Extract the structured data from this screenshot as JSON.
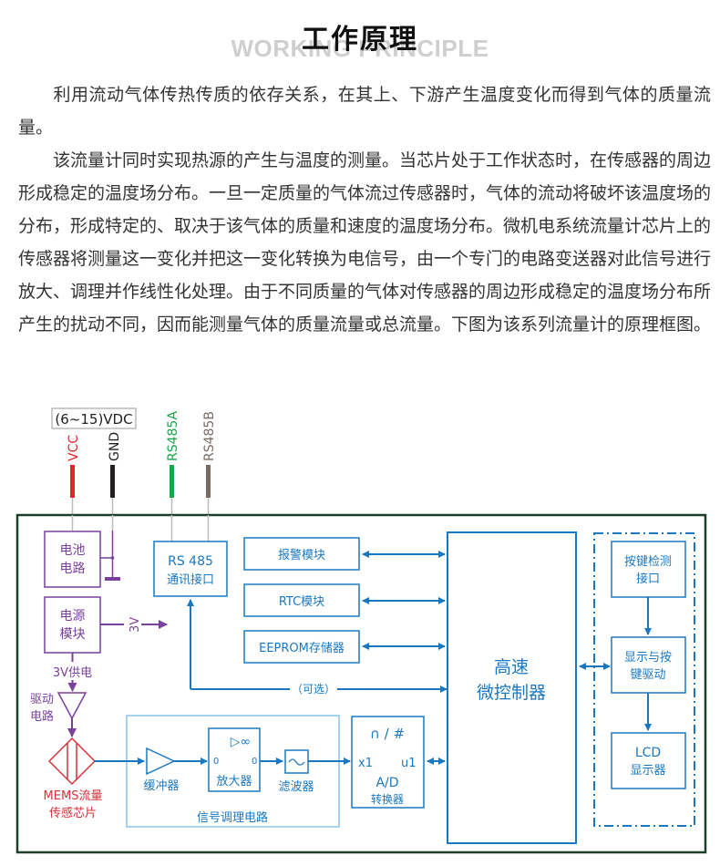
{
  "header": {
    "title_cn": "工作原理",
    "title_en": "WORKING PRINCIPLE"
  },
  "paragraphs": [
    "利用流动气体传热传质的依存关系，在其上、下游产生温度变化而得到气体的质量流量。",
    "该流量计同时实现热源的产生与温度的测量。当芯片处于工作状态时，在传感器的周边形成稳定的温度场分布。一旦一定质量的气体流过传感器时，气体的流动将破坏该温度场的分布，形成特定的、取决于该气体的质量和速度的温度场分布。微机电系统流量计芯片上的传感器将测量这一变化并把这一变化转换为电信号，由一个专门的电路变送器对此信号进行放大、调理并作线性化处理。由于不同质量的气体对传感器的周边形成稳定的温度场分布所产生的扰动不同，因而能测量气体的质量流量或总流量。下图为该系列流量计的原理框图。"
  ],
  "diagram": {
    "supply_label": "(6~15)VDC",
    "pins": [
      {
        "label": "VCC",
        "color": "#e8232a"
      },
      {
        "label": "GND",
        "color": "#231f20"
      },
      {
        "label": "RS485A",
        "color": "#1aa34a"
      },
      {
        "label": "RS485B",
        "color": "#7b6a63"
      }
    ],
    "colors": {
      "outer_border": "#1f3d2b",
      "purple": "#7b3f9e",
      "blue": "#1a78c2",
      "light_blue": "#8cc4e6",
      "red": "#d2343a",
      "wire": "#bdbdbd"
    },
    "blocks": {
      "battery": [
        "电池",
        "电路"
      ],
      "power_module": [
        "电源",
        "模块"
      ],
      "three_v": "3V",
      "three_v_supply": "3V供电",
      "drive_circuit": [
        "驱动",
        "电路"
      ],
      "mems": [
        "MEMS流量",
        "传感芯片"
      ],
      "rs485": [
        "RS 485",
        "通讯接口"
      ],
      "alarm": "报警模块",
      "rtc": "RTC模块",
      "eeprom": "EEPROM存储器",
      "optional": "（可选）",
      "mcu": [
        "高速",
        "微控制器"
      ],
      "key_detect": [
        "按键检测",
        "接口"
      ],
      "display_driver": [
        "显示与按",
        "键驱动"
      ],
      "lcd": [
        "LCD",
        "显示器"
      ],
      "buffer": "缓冲器",
      "amplifier": "放大器",
      "amp_symbol": "▷∞",
      "amp_in": "0",
      "amp_out": "0",
      "filter": "滤波器",
      "filter_symbol": "~",
      "signal_conditioning": "信号调理电路",
      "adc_symbol": "∩ / #",
      "adc_in": "x1",
      "adc_out": "u1",
      "adc": [
        "A/D",
        "转换器"
      ]
    }
  }
}
